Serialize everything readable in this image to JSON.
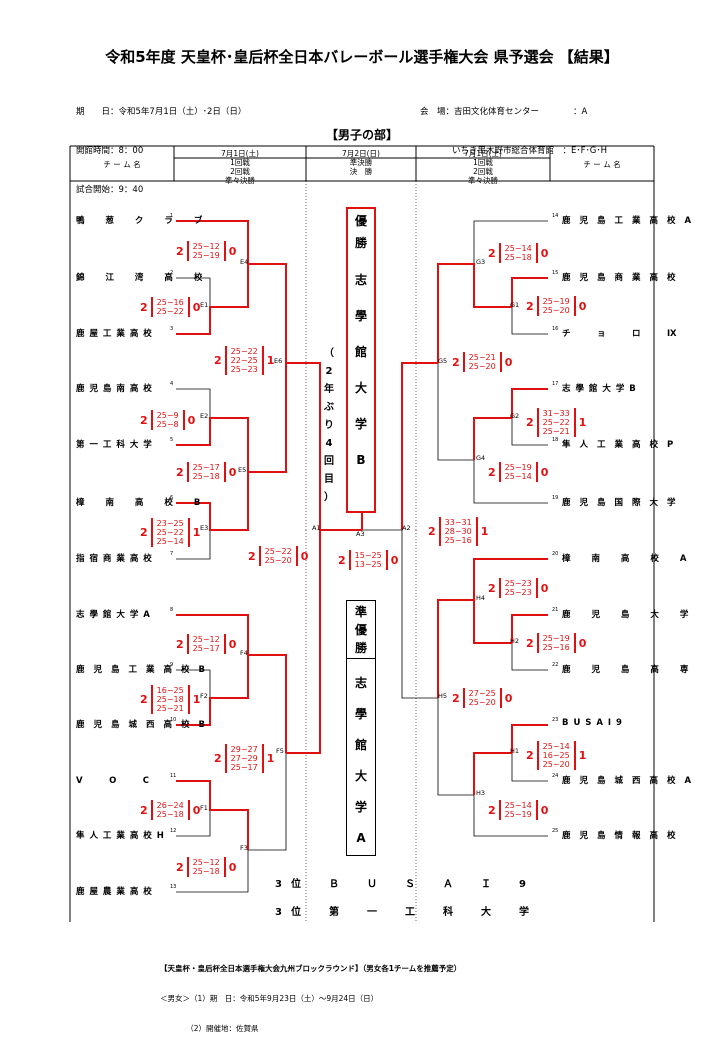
{
  "title": "令和5年度 天皇杯･皇后杯全日本バレーボール選手権大会 県予選会 【結果】",
  "info_left": [
    "期　　日：令和5年7月1日（土）･2日（日）",
    "開館時間：8：00",
    "試合開始：9：40"
  ],
  "info_right": [
    "会　場：吉田文化体育センター　　　　：A",
    "いちき串木野市総合体育館　：E･F･G･H"
  ],
  "section": "【男子の部】",
  "header": {
    "team_name": "チ ー ム 名",
    "left_date": "7月1日(土)",
    "left_rounds": [
      "1回戦",
      "2回戦",
      "準々決勝"
    ],
    "center_date": "7月2日(日)",
    "center_rounds": [
      "準決勝",
      "決　勝"
    ],
    "right_date": "7月1日(土)",
    "right_rounds": [
      "1回戦",
      "2回戦",
      "準々決勝"
    ]
  },
  "left_teams": [
    {
      "name": "鴨 葱 ク ラ ブ",
      "seed": "1"
    },
    {
      "name": "錦 江 湾 高 校",
      "seed": "2"
    },
    {
      "name": "鹿 屋 工 業 高 校",
      "seed": "3"
    },
    {
      "name": "鹿 児 島 南 高 校",
      "seed": "4"
    },
    {
      "name": "第 一 工 科 大 学",
      "seed": "5"
    },
    {
      "name": "樟 南 高 校 B",
      "seed": "6"
    },
    {
      "name": "指 宿 商 業 高 校",
      "seed": "7"
    },
    {
      "name": "志 學 館 大 学 A",
      "seed": "8"
    },
    {
      "name": "鹿児島工業高校B",
      "seed": "9"
    },
    {
      "name": "鹿児島城西高校B",
      "seed": "10"
    },
    {
      "name": "V　O　C",
      "seed": "11"
    },
    {
      "name": "隼 人 工 業 高 校 H",
      "seed": "12"
    },
    {
      "name": "鹿 屋 農 業 高 校",
      "seed": "13"
    }
  ],
  "right_teams": [
    {
      "name": "鹿児島工業高校A",
      "seed": "14"
    },
    {
      "name": "鹿児島商業高校",
      "seed": "15"
    },
    {
      "name": "チ　ョ　ロ　Ⅸ",
      "seed": "16"
    },
    {
      "name": "志 學 館 大 学 B",
      "seed": "17"
    },
    {
      "name": "隼人工業高校P",
      "seed": "18"
    },
    {
      "name": "鹿児島国際大学",
      "seed": "19"
    },
    {
      "name": "樟 南 高 校 A",
      "seed": "20"
    },
    {
      "name": "鹿 児 島 大 学",
      "seed": "21"
    },
    {
      "name": "鹿 児 島 高 専",
      "seed": "22"
    },
    {
      "name": "B U S A I 9",
      "seed": "23"
    },
    {
      "name": "鹿児島城西高校A",
      "seed": "24"
    },
    {
      "name": "鹿児島情報高校",
      "seed": "25"
    }
  ],
  "matches": [
    {
      "node": "E4",
      "w": "2",
      "l": "0",
      "sets": [
        "25−12",
        "25−19"
      ]
    },
    {
      "node": "E1",
      "w": "2",
      "l": "0",
      "sets": [
        "25−16",
        "25−22"
      ]
    },
    {
      "node": "E6",
      "w": "2",
      "l": "1",
      "sets": [
        "25−22",
        "22−25",
        "25−23"
      ]
    },
    {
      "node": "E2",
      "w": "2",
      "l": "0",
      "sets": [
        "25−9",
        "25−8"
      ]
    },
    {
      "node": "E5",
      "w": "2",
      "l": "0",
      "sets": [
        "25−17",
        "25−18"
      ]
    },
    {
      "node": "E3",
      "w": "2",
      "l": "1",
      "sets": [
        "23−25",
        "25−22",
        "25−14"
      ]
    },
    {
      "node": "A1",
      "w": "2",
      "l": "0",
      "sets": [
        "25−22",
        "25−20"
      ]
    },
    {
      "node": "F4",
      "w": "2",
      "l": "0",
      "sets": [
        "25−12",
        "25−17"
      ]
    },
    {
      "node": "F2",
      "w": "2",
      "l": "1",
      "sets": [
        "16−25",
        "25−18",
        "25−21"
      ]
    },
    {
      "node": "F5",
      "w": "2",
      "l": "1",
      "sets": [
        "29−27",
        "27−29",
        "25−17"
      ]
    },
    {
      "node": "F1",
      "w": "2",
      "l": "0",
      "sets": [
        "26−24",
        "25−18"
      ]
    },
    {
      "node": "F3",
      "w": "2",
      "l": "0",
      "sets": [
        "25−12",
        "25−18"
      ]
    },
    {
      "node": "G3",
      "w": "2",
      "l": "0",
      "sets": [
        "25−14",
        "25−18"
      ]
    },
    {
      "node": "G1",
      "w": "2",
      "l": "0",
      "sets": [
        "25−19",
        "25−20"
      ]
    },
    {
      "node": "G5",
      "w": "2",
      "l": "0",
      "sets": [
        "25−21",
        "25−20"
      ]
    },
    {
      "node": "G2",
      "w": "2",
      "l": "1",
      "sets": [
        "31−33",
        "25−22",
        "25−21"
      ]
    },
    {
      "node": "G4",
      "w": "2",
      "l": "0",
      "sets": [
        "25−19",
        "25−14"
      ]
    },
    {
      "node": "A2",
      "w": "2",
      "l": "1",
      "sets": [
        "33−31",
        "28−30",
        "25−16"
      ]
    },
    {
      "node": "H4",
      "w": "2",
      "l": "0",
      "sets": [
        "25−23",
        "25−23"
      ]
    },
    {
      "node": "H2",
      "w": "2",
      "l": "0",
      "sets": [
        "25−19",
        "25−16"
      ]
    },
    {
      "node": "H5",
      "w": "2",
      "l": "0",
      "sets": [
        "27−25",
        "25−20"
      ]
    },
    {
      "node": "H1",
      "w": "2",
      "l": "1",
      "sets": [
        "25−14",
        "16−25",
        "25−20"
      ]
    },
    {
      "node": "H3",
      "w": "2",
      "l": "0",
      "sets": [
        "25−14",
        "25−19"
      ]
    },
    {
      "node": "A3",
      "w": "2",
      "l": "0",
      "sets": [
        "15−25",
        "13−25"
      ]
    }
  ],
  "champion": {
    "label": [
      "優",
      "勝"
    ],
    "team": [
      "志",
      "學",
      "館",
      "大",
      "学",
      "B"
    ],
    "note": [
      "（",
      "2",
      "年",
      "ぶ",
      "り",
      "4",
      "回",
      "目",
      "）"
    ]
  },
  "runner_up": {
    "label": [
      "準",
      "優",
      "勝"
    ],
    "team": [
      "志",
      "學",
      "館",
      "大",
      "学",
      "A"
    ]
  },
  "third": [
    "3位　Ｂ　Ｕ　Ｓ　Ａ　Ｉ　9",
    "3位　第　一　工　科　大　学"
  ],
  "footer": [
    "【天皇杯・皇后杯全日本選手権大会九州ブロックラウンド】（男女各1チームを推薦予定）",
    "＜男女＞（1）期　日：令和5年9月23日（土）〜9月24日（日）",
    "　　　　（2）開催地：佐賀県"
  ],
  "colors": {
    "win_line": "#e01010",
    "line": "#000000"
  }
}
